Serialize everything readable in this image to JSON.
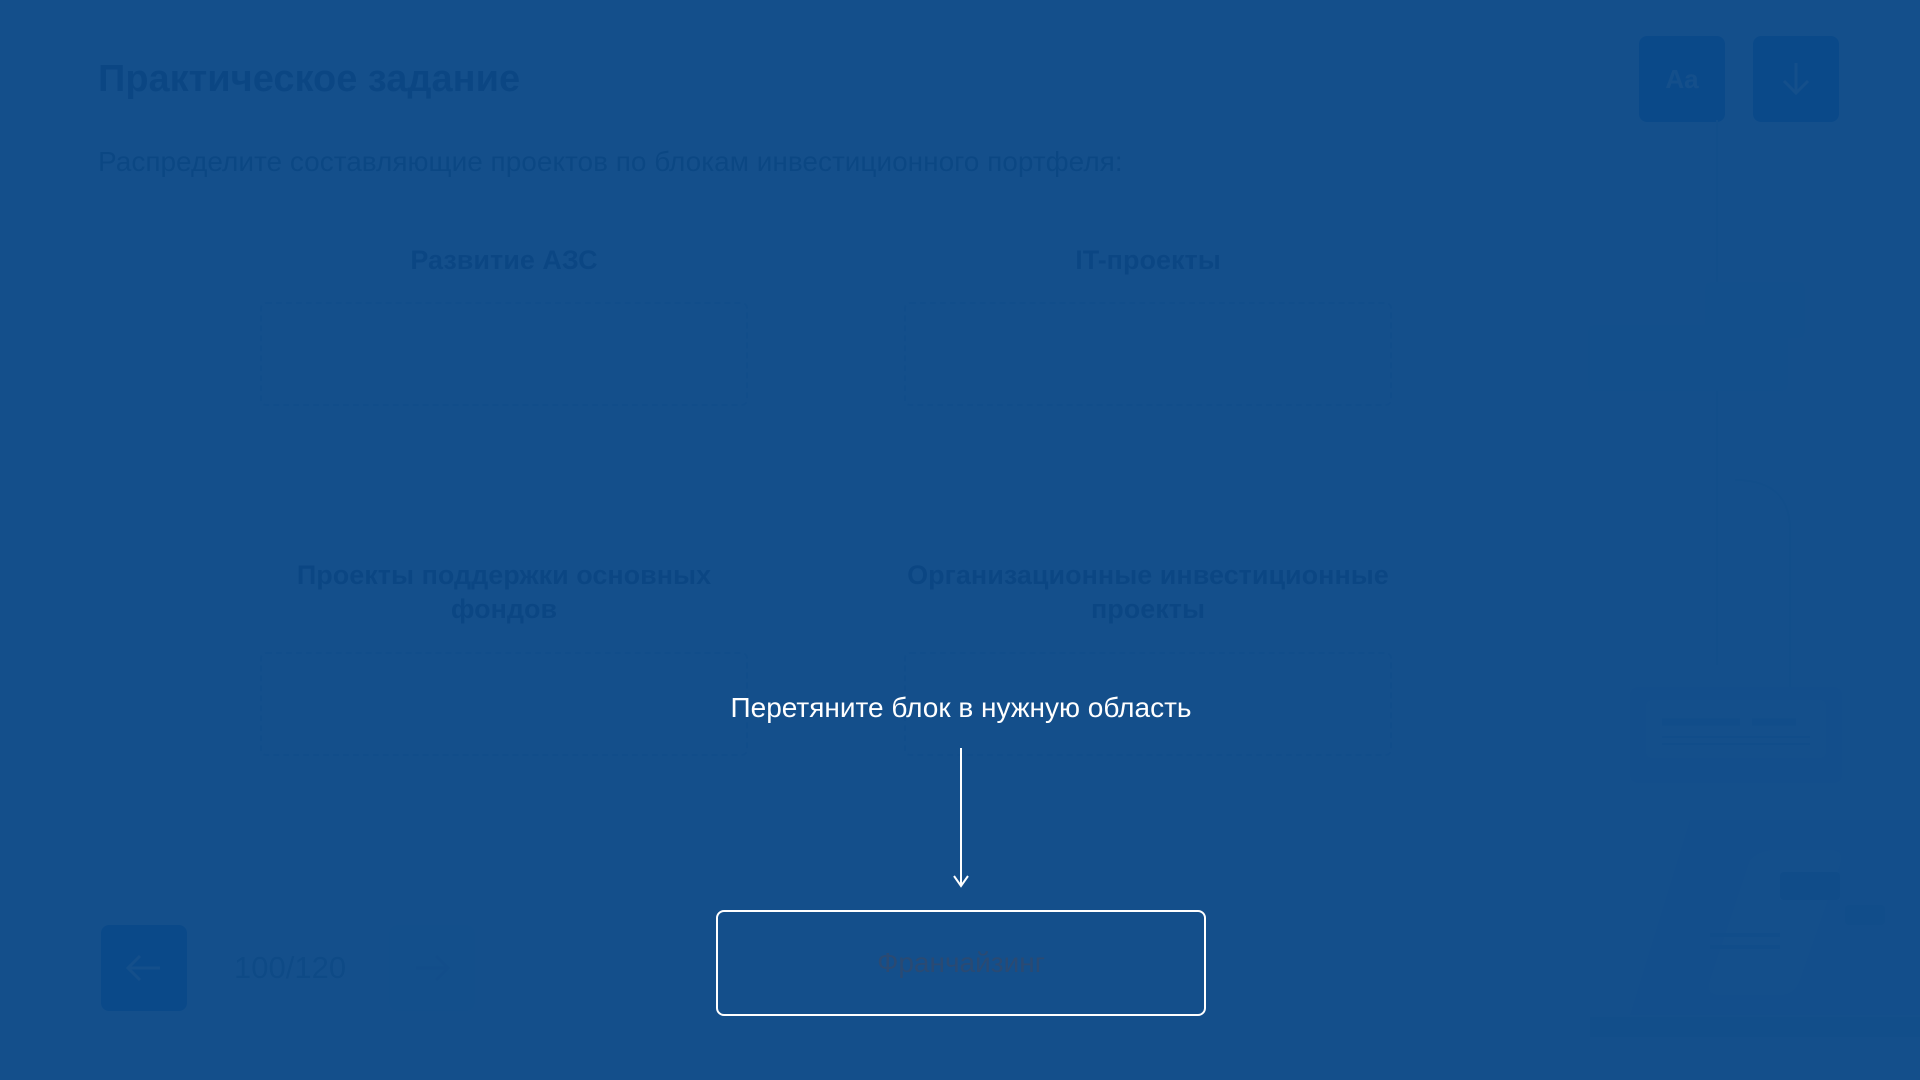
{
  "header": {
    "title": "Практическое задание",
    "instruction": "Распределите составляющие проектов по блокам инвестиционного портфеля:"
  },
  "toolbar": {
    "font_button_label": "Aa",
    "download_icon": "arrow-down-icon"
  },
  "categories": [
    {
      "title": "Развитие АЗС"
    },
    {
      "title": "IT-проекты"
    },
    {
      "title": "Проекты поддержки основных фондов"
    },
    {
      "title": "Организационные инвестиционные проекты"
    }
  ],
  "navigation": {
    "prev_icon": "arrow-left-icon",
    "next_icon": "arrow-right-icon",
    "page_counter": "100/120"
  },
  "hint": {
    "text": "Перетяните блок в нужную область"
  },
  "draggable": {
    "label": "Франчайзинг"
  },
  "colors": {
    "accent": "#0b63c6",
    "overlay": "#0a4886",
    "hint_text": "#ffffff"
  }
}
